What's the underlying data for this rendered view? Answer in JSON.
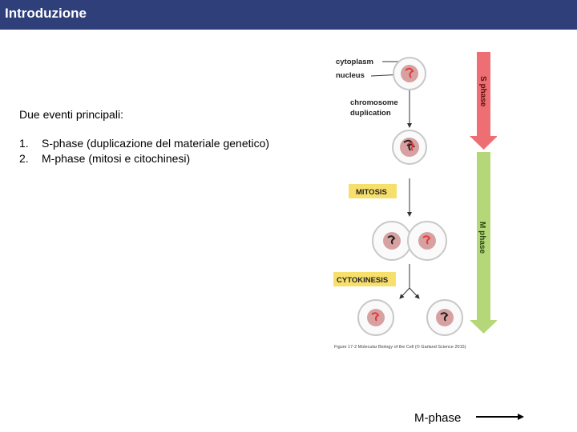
{
  "slide": {
    "title": "Introduzione",
    "intro": "Due eventi principali:",
    "list": [
      {
        "num": "1.",
        "term": "S-phase",
        "desc": "(duplicazione del materiale genetico)"
      },
      {
        "num": "2.",
        "term": "M-phase",
        "desc": "(mitosi e citochinesi)"
      }
    ],
    "bottom_label": "M-phase"
  },
  "figure": {
    "labels": {
      "cytoplasm": "cytoplasm",
      "nucleus": "nucleus",
      "chromosome": "chromosome",
      "duplication": "duplication",
      "mitosis": "MITOSIS",
      "cytokinesis": "CYTOKINESIS",
      "s_phase": "S phase",
      "m_phase": "M phase",
      "caption": "Figure 17-2 Molecular Biology of the Cell (© Garland Science 2015)"
    },
    "colors": {
      "s_phase_bar": "#ee6f73",
      "m_phase_bar": "#b5d77a",
      "stage_box": "#f7df6b",
      "chromosome": "#e23b3b",
      "nucleus": "#d7a1a1",
      "cell_border": "#c8c8c8",
      "title_bar": "#2e3f7a"
    }
  }
}
